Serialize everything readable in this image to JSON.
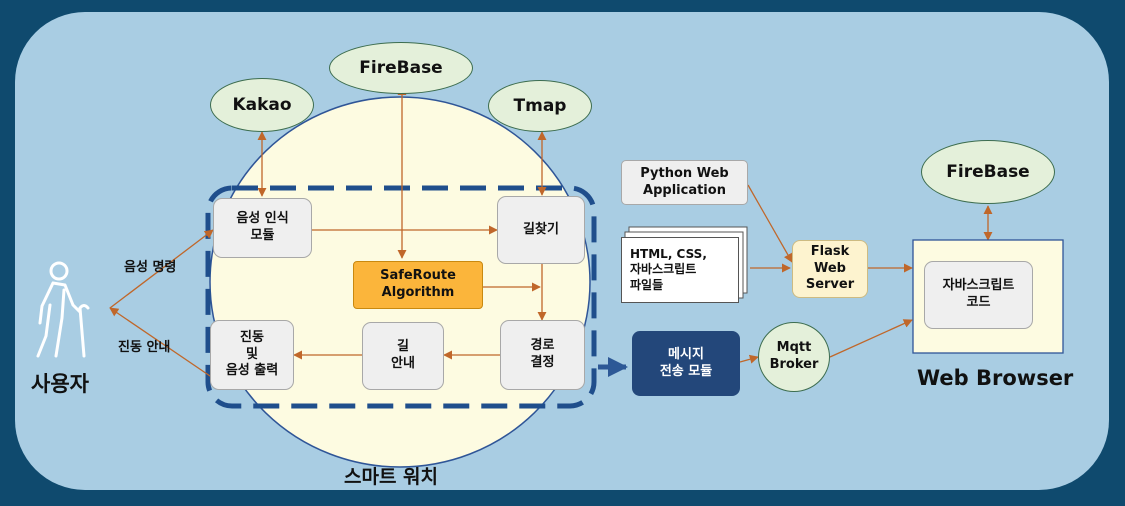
{
  "user": {
    "label": "사용자"
  },
  "edges": {
    "voice_command": "음성 명령",
    "vibration_guide": "진동 안내"
  },
  "smartwatch": {
    "label": "스마트 워치",
    "voice_recognition": "음성 인식\n모듈",
    "pathfinding": "길찾기",
    "safe_route": "SafeRoute\nAlgorithm",
    "vibration_output": "진동\n및\n음성 출력",
    "road_guide": "길\n안내",
    "route_decision": "경로\n결정"
  },
  "services": {
    "kakao": "Kakao",
    "firebase_top": "FireBase",
    "tmap": "Tmap"
  },
  "backend": {
    "python_app": "Python Web\nApplication",
    "files": "HTML, CSS,\n자바스크립트\n파일들",
    "flask": "Flask\nWeb\nServer",
    "message_module": "메시지\n전송 모듈",
    "mqtt": "Mqtt\nBroker"
  },
  "browser": {
    "firebase": "FireBase",
    "js_code": "자바스크립트\n코드",
    "label": "Web Browser"
  },
  "colors": {
    "background": "#0f4a6e",
    "panel": "#a9cde3",
    "arrow": "#c0672a",
    "dashed": "#1f4e8c"
  }
}
